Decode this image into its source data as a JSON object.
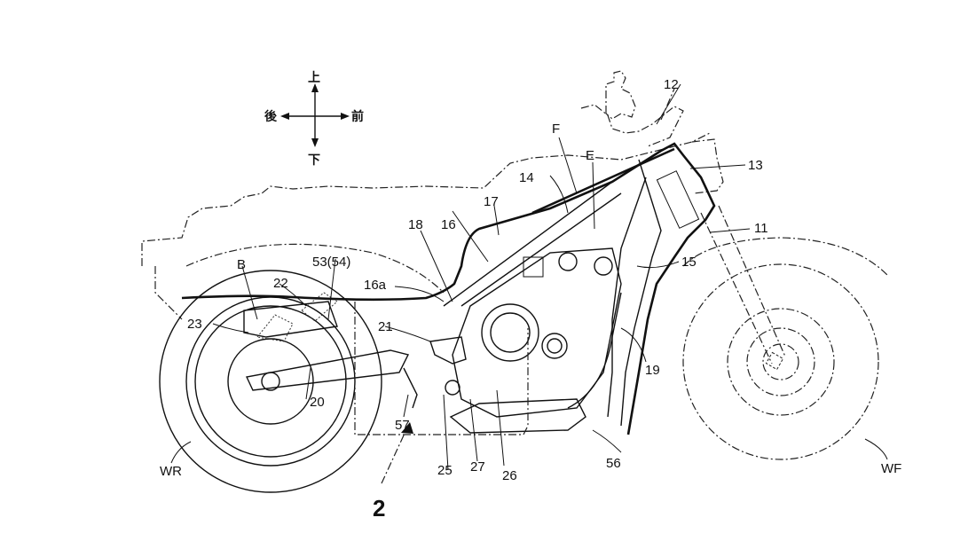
{
  "figure": {
    "type": "patent-drawing",
    "subject": "motorcycle side view",
    "figure_ref": "2",
    "direction_indicator": {
      "up": "上",
      "down": "下",
      "rear": "後",
      "front": "前"
    },
    "labels": {
      "l11": "11",
      "l12": "12",
      "l13": "13",
      "l14": "14",
      "l15": "15",
      "l16": "16",
      "l16a": "16a",
      "l17": "17",
      "l18": "18",
      "l19": "19",
      "l20": "20",
      "l21": "21",
      "l22": "22",
      "l23": "23",
      "l25": "25",
      "l26": "26",
      "l27": "27",
      "l53": "53(54)",
      "l56": "56",
      "l57": "57",
      "lB": "B",
      "lE": "E",
      "lF": "F",
      "lWR": "WR",
      "lWF": "WF",
      "lRef": "2"
    }
  }
}
